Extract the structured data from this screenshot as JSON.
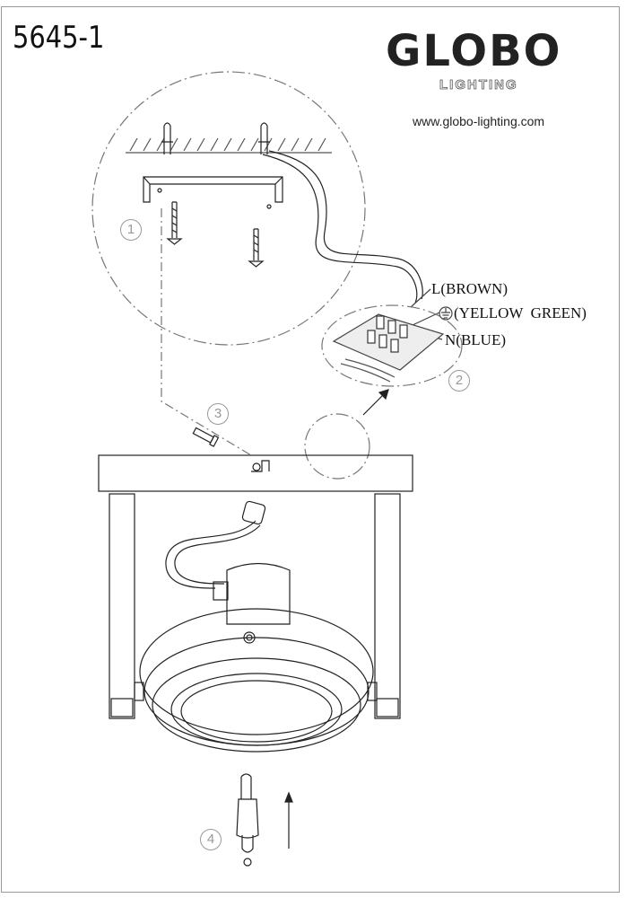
{
  "header": {
    "model_number": "5645-1",
    "brand": "GLOBO",
    "brand_sub": "LIGHTING",
    "website": "www.globo-lighting.com"
  },
  "wiring": {
    "live": "L(BROWN)",
    "earth": "(YELLOW  GREEN)",
    "neutral": "N(BLUE)"
  },
  "steps": [
    "1",
    "2",
    "3",
    "4"
  ]
}
